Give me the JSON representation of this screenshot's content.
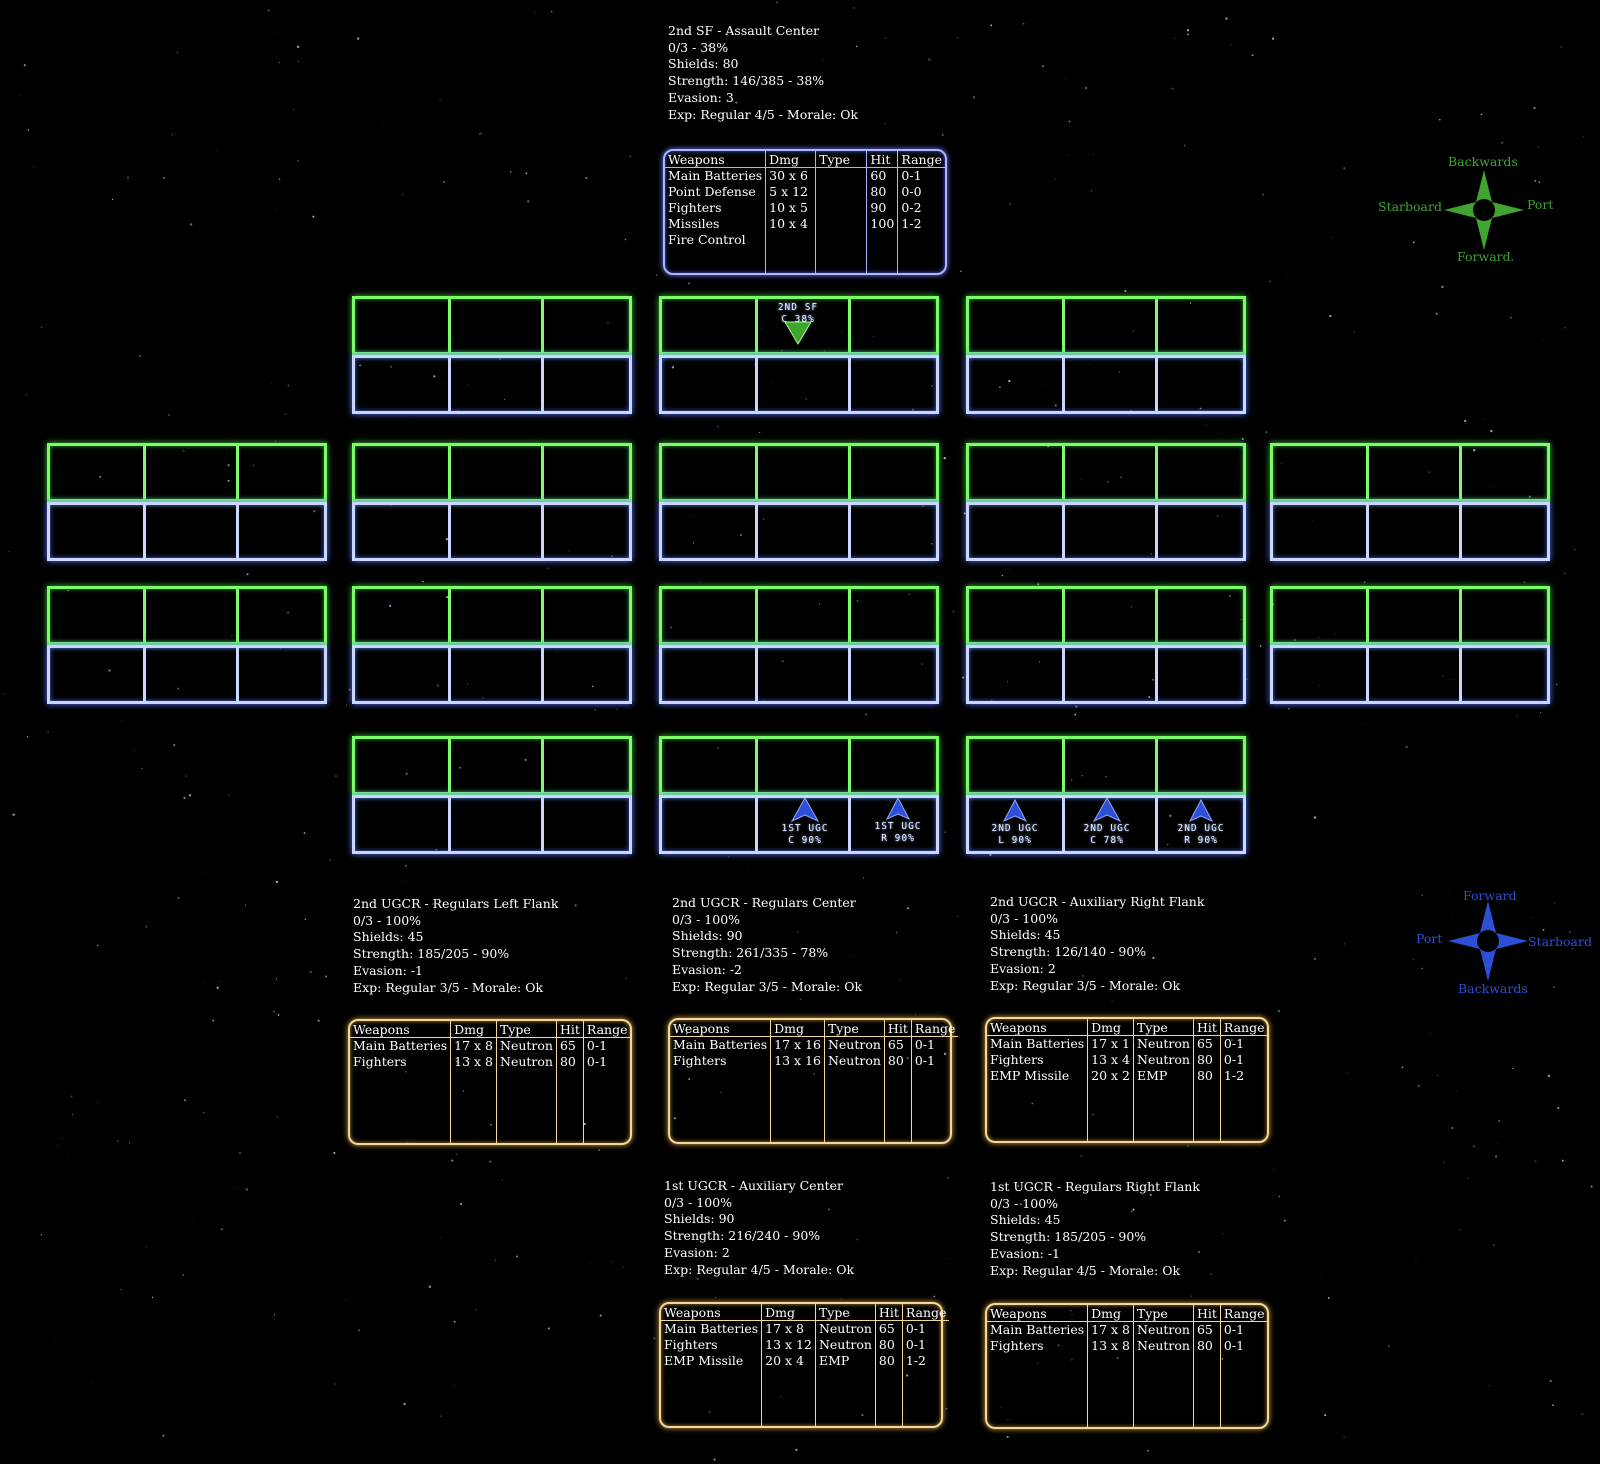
{
  "colors": {
    "enemy": "#3fa52f",
    "friendly": "#2d4fd6",
    "grid_top": "#7cfc6a",
    "grid_bottom": "#c9d7ff",
    "enemy_table": "#a9b6ff",
    "friendly_table": "#f3d79a"
  },
  "headers": {
    "weapons": "Weapons",
    "dmg": "Dmg",
    "type": "Type",
    "hit": "Hit",
    "range": "Range"
  },
  "enemy_fleet": {
    "name": "2nd SF - Assault Center",
    "status": "0/3 - 38%",
    "shields": "Shields: 80",
    "strength": "Strength: 146/385 - 38%",
    "evasion": "Evasion: 3",
    "exp": "Exp: Regular 4/5 - Morale: Ok",
    "weapons": [
      {
        "name": "Main Batteries",
        "dmg": "30 x 6",
        "type": "",
        "hit": "60",
        "range": "0-1"
      },
      {
        "name": "Point Defense",
        "dmg": "5 x 12",
        "type": "",
        "hit": "80",
        "range": "0-0"
      },
      {
        "name": "Fighters",
        "dmg": "10 x 5",
        "type": "",
        "hit": "90",
        "range": "0-2"
      },
      {
        "name": "Missiles",
        "dmg": "10 x 4",
        "type": "",
        "hit": "100",
        "range": "1-2"
      },
      {
        "name": "Fire Control",
        "dmg": "",
        "type": "",
        "hit": "",
        "range": ""
      }
    ]
  },
  "friendly_fleets": [
    {
      "name": "2nd UGCR - Regulars Left Flank",
      "status": "0/3 - 100%",
      "shields": "Shields: 45",
      "strength": "Strength: 185/205 - 90%",
      "evasion": "Evasion: -1",
      "exp": "Exp: Regular 3/5 - Morale: Ok",
      "weapons": [
        {
          "name": "Main Batteries",
          "dmg": "17 x 8",
          "type": "Neutron",
          "hit": "65",
          "range": "0-1"
        },
        {
          "name": "Fighters",
          "dmg": "13 x 8",
          "type": "Neutron",
          "hit": "80",
          "range": "0-1"
        }
      ]
    },
    {
      "name": "2nd UGCR - Regulars Center",
      "status": "0/3 - 100%",
      "shields": "Shields: 90",
      "strength": "Strength: 261/335 - 78%",
      "evasion": "Evasion: -2",
      "exp": "Exp: Regular 3/5 - Morale: Ok",
      "weapons": [
        {
          "name": "Main Batteries",
          "dmg": "17 x 16",
          "type": "Neutron",
          "hit": "65",
          "range": "0-1"
        },
        {
          "name": "Fighters",
          "dmg": "13 x 16",
          "type": "Neutron",
          "hit": "80",
          "range": "0-1"
        }
      ]
    },
    {
      "name": "2nd UGCR - Auxiliary Right Flank",
      "status": "0/3 - 100%",
      "shields": "Shields: 45",
      "strength": "Strength: 126/140 - 90%",
      "evasion": "Evasion: 2",
      "exp": "Exp: Regular 3/5 - Morale: Ok",
      "weapons": [
        {
          "name": "Main Batteries",
          "dmg": "17 x 1",
          "type": "Neutron",
          "hit": "65",
          "range": "0-1"
        },
        {
          "name": "Fighters",
          "dmg": "13 x 4",
          "type": "Neutron",
          "hit": "80",
          "range": "0-1"
        },
        {
          "name": "EMP Missile",
          "dmg": "20 x 2",
          "type": "EMP",
          "hit": "80",
          "range": "1-2"
        }
      ]
    },
    {
      "name": "1st UGCR - Auxiliary Center",
      "status": "0/3 - 100%",
      "shields": "Shields: 90",
      "strength": "Strength: 216/240 - 90%",
      "evasion": "Evasion: 2",
      "exp": "Exp: Regular 4/5 - Morale: Ok",
      "weapons": [
        {
          "name": "Main Batteries",
          "dmg": "17 x 8",
          "type": "Neutron",
          "hit": "65",
          "range": "0-1"
        },
        {
          "name": "Fighters",
          "dmg": "13 x 12",
          "type": "Neutron",
          "hit": "80",
          "range": "0-1"
        },
        {
          "name": "EMP Missile",
          "dmg": "20 x 4",
          "type": "EMP",
          "hit": "80",
          "range": "1-2"
        }
      ]
    },
    {
      "name": "1st UGCR - Regulars Right Flank",
      "status": "0/3 - 100%",
      "shields": "Shields: 45",
      "strength": "Strength: 185/205 - 90%",
      "evasion": "Evasion: -1",
      "exp": "Exp: Regular 4/5 - Morale: Ok",
      "weapons": [
        {
          "name": "Main Batteries",
          "dmg": "17 x 8",
          "type": "Neutron",
          "hit": "65",
          "range": "0-1"
        },
        {
          "name": "Fighters",
          "dmg": "13 x 8",
          "type": "Neutron",
          "hit": "80",
          "range": "0-1"
        }
      ]
    }
  ],
  "units": [
    {
      "line1": "2nd SF",
      "line2": "C 38%",
      "side": "enemy"
    },
    {
      "line1": "1st UGC",
      "line2": "C 90%",
      "side": "friendly"
    },
    {
      "line1": "1st UGC",
      "line2": "R 90%",
      "side": "friendly"
    },
    {
      "line1": "2nd UGC",
      "line2": "L 90%",
      "side": "friendly"
    },
    {
      "line1": "2nd UGC",
      "line2": "C 78%",
      "side": "friendly"
    },
    {
      "line1": "2nd UGC",
      "line2": "R 90%",
      "side": "friendly"
    }
  ],
  "compass_enemy": {
    "top": "Backwards",
    "left": "Starboard",
    "right": "Port",
    "bottom": "Forward",
    "icon": "compass-star-icon"
  },
  "compass_friendly": {
    "top": "Forward",
    "left": "Port",
    "right": "Starboard",
    "bottom": "Backwards",
    "icon": "compass-star-icon"
  }
}
